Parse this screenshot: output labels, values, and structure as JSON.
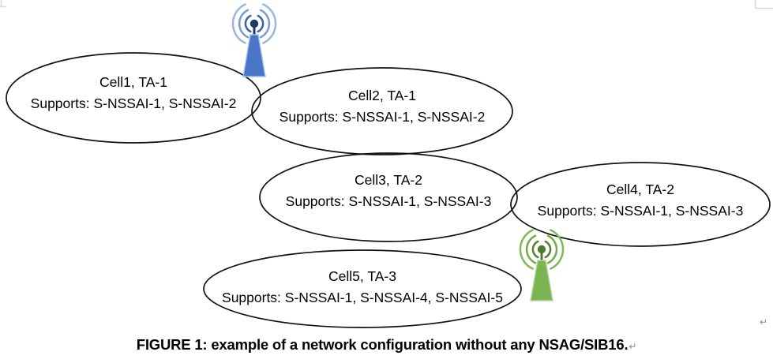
{
  "cells": [
    {
      "title": "Cell1, TA-1",
      "supports": "Supports: S-NSSAI-1, S-NSSAI-2"
    },
    {
      "title": "Cell2, TA-1",
      "supports": "Supports: S-NSSAI-1, S-NSSAI-2"
    },
    {
      "title": "Cell3, TA-2",
      "supports": "Supports: S-NSSAI-1, S-NSSAI-3"
    },
    {
      "title": "Cell4, TA-2",
      "supports": "Supports: S-NSSAI-1, S-NSSAI-3"
    },
    {
      "title": "Cell5, TA-3",
      "supports": "Supports: S-NSSAI-1, S-NSSAI-4, S-NSSAI-5"
    }
  ],
  "icons": {
    "antenna_blue": {
      "label": "radio-antenna-blue",
      "tower_color": "#4A76C8",
      "wave_inner_color": "#3A62AE",
      "wave_outer_color": "#9DB4E0",
      "dot_color": "#1F3864"
    },
    "antenna_green": {
      "label": "radio-antenna-green",
      "tower_color": "#79B551",
      "wave_inner_color": "#568233",
      "wave_outer_color": "#7FBA55",
      "dot_color": "#4F7B31"
    }
  },
  "caption": {
    "text": "FIGURE 1: example of a network configuration without any NSAG/SIB16.",
    "paragraph_mark": "↵"
  },
  "marks": {
    "line_break_after_figure": "↵"
  },
  "colors": {
    "background": "#FFFFFF",
    "ellipse_stroke": "#111111",
    "frame_mark": "#D9D9D9",
    "paragraph_mark": "#8C8C8C"
  }
}
